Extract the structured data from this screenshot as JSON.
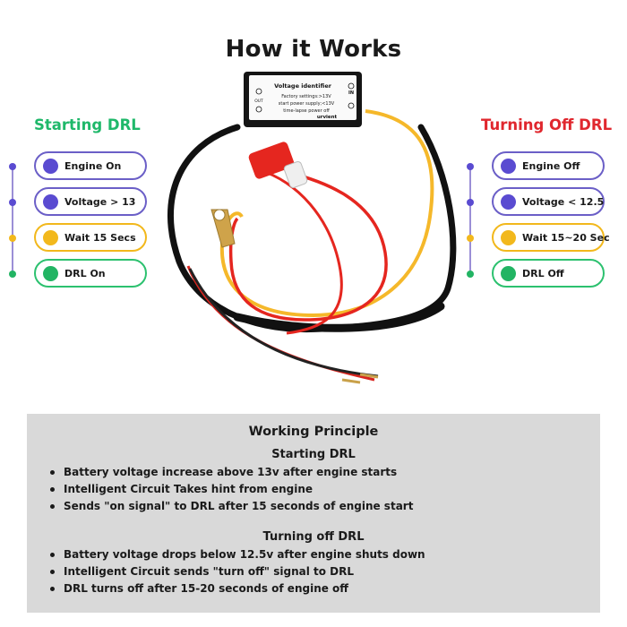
{
  "header": {
    "title": "How it Works"
  },
  "starting": {
    "title": "Starting DRL",
    "steps": [
      {
        "label": "Engine On"
      },
      {
        "label": "Voltage > 13"
      },
      {
        "label": "Wait 15 Secs"
      },
      {
        "label": "DRL On"
      }
    ]
  },
  "turning_off": {
    "title": "Turning Off DRL",
    "steps": [
      {
        "label": "Engine Off"
      },
      {
        "label": "Voltage < 12.5"
      },
      {
        "label": "Wait 15~20 Sec"
      },
      {
        "label": "DRL Off"
      }
    ]
  },
  "device": {
    "module_title": "Voltage identifier",
    "out_label": "OUT",
    "in_label": "IN",
    "settings_line1": "Factory settings:>13V",
    "settings_line2": "start power supply;<13V",
    "settings_line3": "time-lapse power off",
    "brand": "urvient"
  },
  "principle": {
    "title": "Working Principle",
    "starting_heading": "Starting DRL",
    "starting_points": [
      "Battery voltage increase above 13v after engine starts",
      "Intelligent Circuit Takes hint from engine",
      "Sends \"on signal\" to DRL after 15 seconds of engine start"
    ],
    "off_heading": "Turning off DRL",
    "off_points": [
      "Battery voltage drops below 12.5v after engine shuts down",
      "Intelligent Circuit sends \"turn off\" signal to DRL",
      "DRL turns off after 15-20 seconds of engine off"
    ]
  },
  "colors": {
    "start_accent": "#1fb86a",
    "off_accent": "#e0272e",
    "purple": "#5a4bd1",
    "yellow": "#f2b81c",
    "green": "#22b463",
    "panel": "#d9d9d9"
  }
}
